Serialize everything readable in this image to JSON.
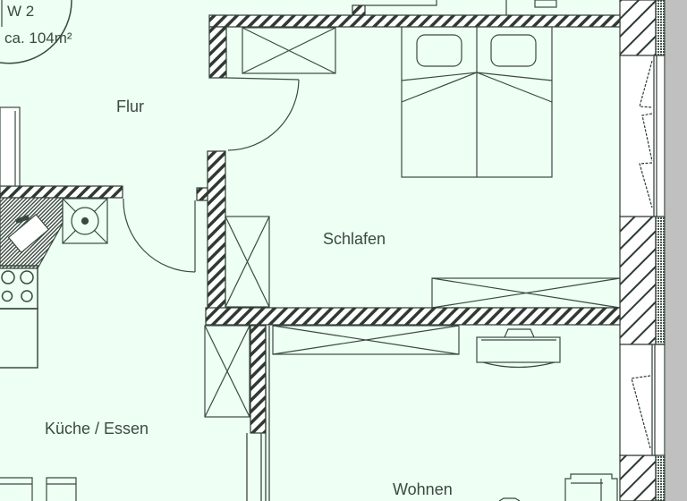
{
  "plan": {
    "apartment_id": "W 2",
    "apartment_area": "ca. 104m²",
    "colors": {
      "background": "#eefff4",
      "line": "#3b4a40",
      "wall_hatch": "#2e3a32",
      "window_fill": "#ffffff",
      "exterior": "#c0c0c0"
    }
  },
  "rooms": {
    "flur": "Flur",
    "schlafen": "Schlafen",
    "kueche_essen": "Küche / Essen",
    "wohnen": "Wohnen"
  }
}
